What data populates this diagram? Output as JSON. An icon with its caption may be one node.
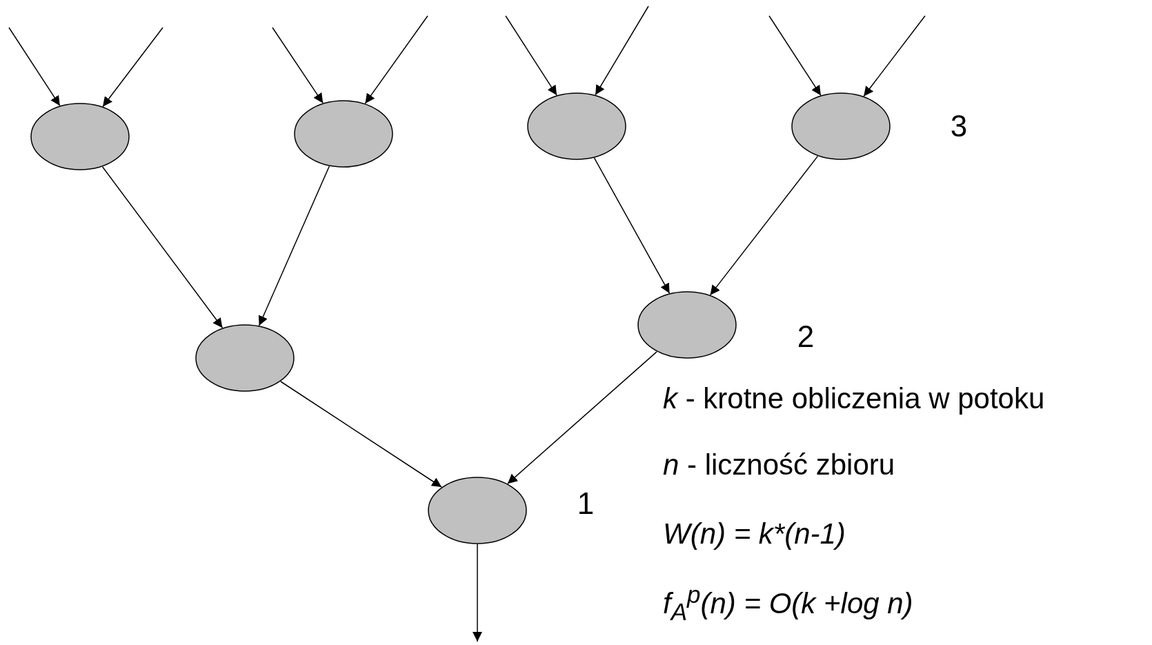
{
  "diagram": {
    "nodes": [
      {
        "text": [],
        "shape": "circle"
      },
      {
        "text": [],
        "shape": "circle"
      },
      {
        "text": [],
        "shape": "circle"
      },
      {
        "text": [],
        "shape": "circle"
      },
      {
        "text": [],
        "shape": "circle"
      },
      {
        "text": [],
        "shape": "circle"
      },
      {
        "text": [],
        "shape": "circle"
      }
    ],
    "edges": [
      {
        "from": null,
        "to": 0,
        "arrow": "to"
      },
      {
        "from": null,
        "to": 0,
        "arrow": "to"
      },
      {
        "from": null,
        "to": 1,
        "arrow": "to"
      },
      {
        "from": null,
        "to": 1,
        "arrow": "to"
      },
      {
        "from": null,
        "to": 2,
        "arrow": "to"
      },
      {
        "from": null,
        "to": 2,
        "arrow": "to"
      },
      {
        "from": null,
        "to": 3,
        "arrow": "to"
      },
      {
        "from": null,
        "to": 3,
        "arrow": "to"
      },
      {
        "from": 0,
        "to": 4,
        "arrow": "to"
      },
      {
        "from": 1,
        "to": 4,
        "arrow": "to"
      },
      {
        "from": 2,
        "to": 5,
        "arrow": "to"
      },
      {
        "from": 3,
        "to": 5,
        "arrow": "to"
      },
      {
        "from": 4,
        "to": 6,
        "arrow": "to"
      },
      {
        "from": 5,
        "to": 6,
        "arrow": "to"
      },
      {
        "from": 6,
        "to": null,
        "arrow": "to"
      }
    ],
    "labels": [
      "3",
      "2",
      "1",
      "*k* - krotne obliczenia w potoku",
      "*n* - liczność zbioru",
      "W(n) = k*(n-1)",
      "f$_{A}$$^{p}$(n) = O(k +log n)"
    ]
  }
}
